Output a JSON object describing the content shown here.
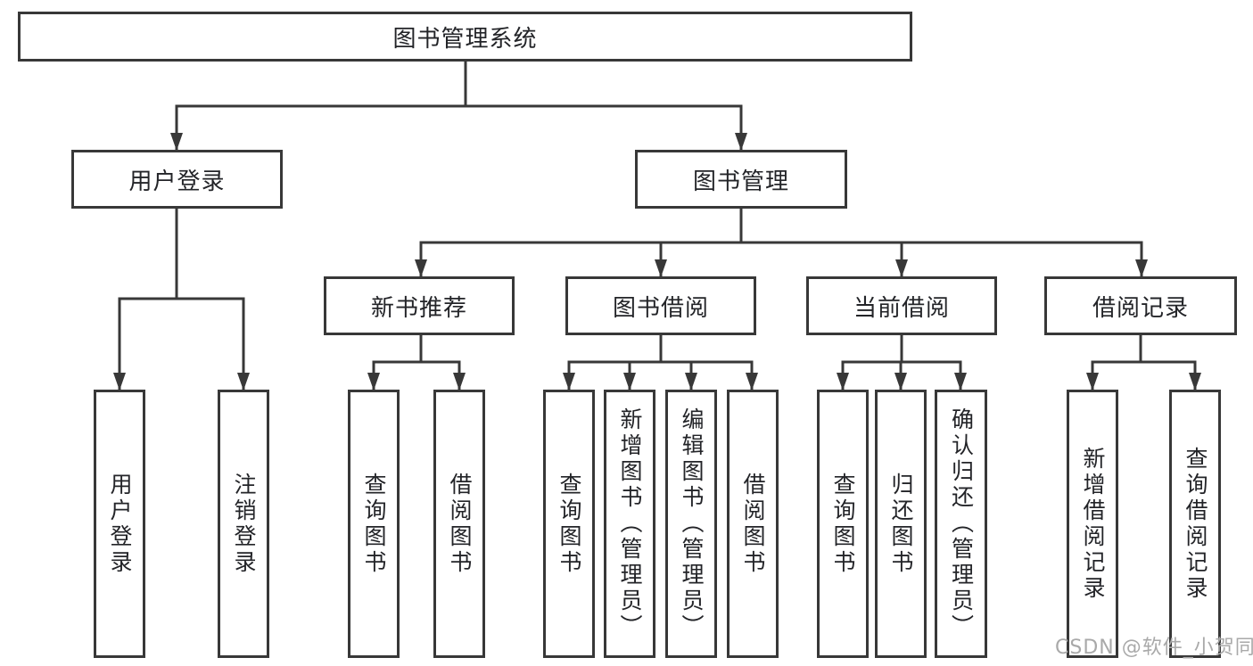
{
  "tree": {
    "label": "图书管理系统",
    "children": [
      {
        "label": "用户登录",
        "children": [
          {
            "label": "用户登录"
          },
          {
            "label": "注销登录"
          }
        ]
      },
      {
        "label": "图书管理",
        "children": [
          {
            "label": "新书推荐",
            "children": [
              {
                "label": "查询图书"
              },
              {
                "label": "借阅图书"
              }
            ]
          },
          {
            "label": "图书借阅",
            "children": [
              {
                "label": "查询图书"
              },
              {
                "label": "新增图书（管理员）"
              },
              {
                "label": "编辑图书（管理员）"
              },
              {
                "label": "借阅图书"
              }
            ]
          },
          {
            "label": "当前借阅",
            "children": [
              {
                "label": "查询图书"
              },
              {
                "label": "归还图书"
              },
              {
                "label": "确认归还（管理员）"
              }
            ]
          },
          {
            "label": "借阅记录",
            "children": [
              {
                "label": "新增借阅记录"
              },
              {
                "label": "查询借阅记录"
              }
            ]
          }
        ]
      }
    ]
  },
  "watermark": {
    "text": "CSDN @软件_小贺同学"
  },
  "colors": {
    "line": "#383838",
    "box_border": "#383838",
    "text": "#232428",
    "watermark": "#a9a9a9",
    "background": "#ffffff"
  }
}
